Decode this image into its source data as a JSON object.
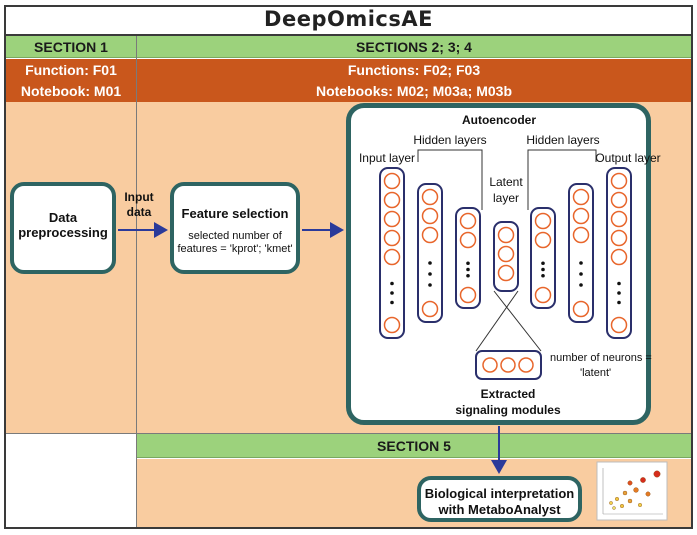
{
  "title": "DeepOmicsAE",
  "section1": {
    "header": "SECTION 1",
    "function_line": "Function: F01",
    "notebook_line": "Notebook: M01"
  },
  "section234": {
    "header": "SECTIONS 2; 3; 4",
    "function_line": "Functions: F02; F03",
    "notebook_line": "Notebooks: M02; M03a; M03b"
  },
  "section5": {
    "header": "SECTION 5"
  },
  "flow": {
    "data_preprocessing_line1": "Data",
    "data_preprocessing_line2": "preprocessing",
    "input_data_line1": "Input",
    "input_data_line2": "data",
    "feature_selection_title": "Feature selection",
    "feature_selection_line1": "selected number of",
    "feature_selection_line2": "features = 'kprot'; 'kmet'"
  },
  "autoencoder": {
    "title": "Autoencoder",
    "input_layer": "Input layer",
    "hidden_layers_left": "Hidden layers",
    "hidden_layers_right": "Hidden layers",
    "latent_line1": "Latent",
    "latent_line2": "layer",
    "output_layer": "Output layer",
    "neurons_line1": "number of neurons =",
    "neurons_line2": "'latent'",
    "extracted_line1": "Extracted",
    "extracted_line2": "signaling modules"
  },
  "bio": {
    "line1": "Biological interpretation",
    "line2": "with MetaboAnalyst"
  },
  "colors": {
    "section_header": "#9cd27c",
    "function_band": "#c9571c",
    "body_fill": "#f9cca0",
    "box_border": "#2e6462",
    "neuron": "#e8662c",
    "layer_border": "#2a2f6b",
    "arrow": "#2b3a9a"
  }
}
